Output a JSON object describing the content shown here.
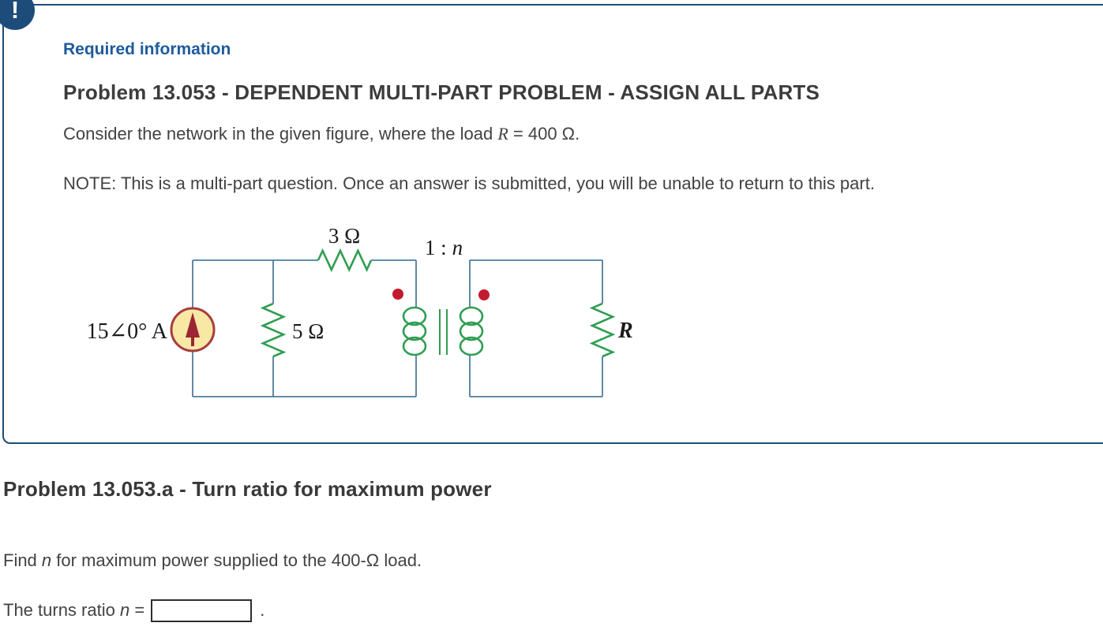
{
  "colors": {
    "accent_blue": "#1d5b9c",
    "border_navy": "#1e4c7a",
    "title_gray": "#3c3c3c",
    "body_gray": "#424242",
    "wire_blue": "#4e7d9c",
    "component_green": "#2f9e52",
    "dot_red": "#c21a2e",
    "source_fill": "#f8e8a6",
    "source_stroke": "#a93b3c",
    "arrow_red": "#9d2432",
    "input_border": "#2e2e2e"
  },
  "alert_icon": {
    "glyph": "!"
  },
  "required_info": {
    "label": "Required information",
    "title": "Problem 13.053 - DEPENDENT MULTI-PART PROBLEM - ASSIGN ALL PARTS",
    "intro_prefix": "Consider the network in the given figure, where the load ",
    "intro_var": "R",
    "intro_suffix": " = 400 Ω.",
    "note": "NOTE: This is a multi-part question. Once an answer is submitted, you will be unable to return to this part."
  },
  "figure": {
    "resistor_top_label": "3 Ω",
    "turns_ratio_prefix": "1 :",
    "turns_ratio_var": "n",
    "resistor_shunt_label": "5 Ω",
    "source_label": "15∠0° A",
    "load_label": "R"
  },
  "part_a": {
    "heading": "Problem 13.053.a - Turn ratio for maximum power",
    "find_prefix": "Find ",
    "find_var": "n",
    "find_suffix": " for maximum power supplied to the 400-Ω load.",
    "answer_prefix": "The turns ratio ",
    "answer_var": "n",
    "answer_equals": " =",
    "input_value": "",
    "answer_suffix": "."
  }
}
